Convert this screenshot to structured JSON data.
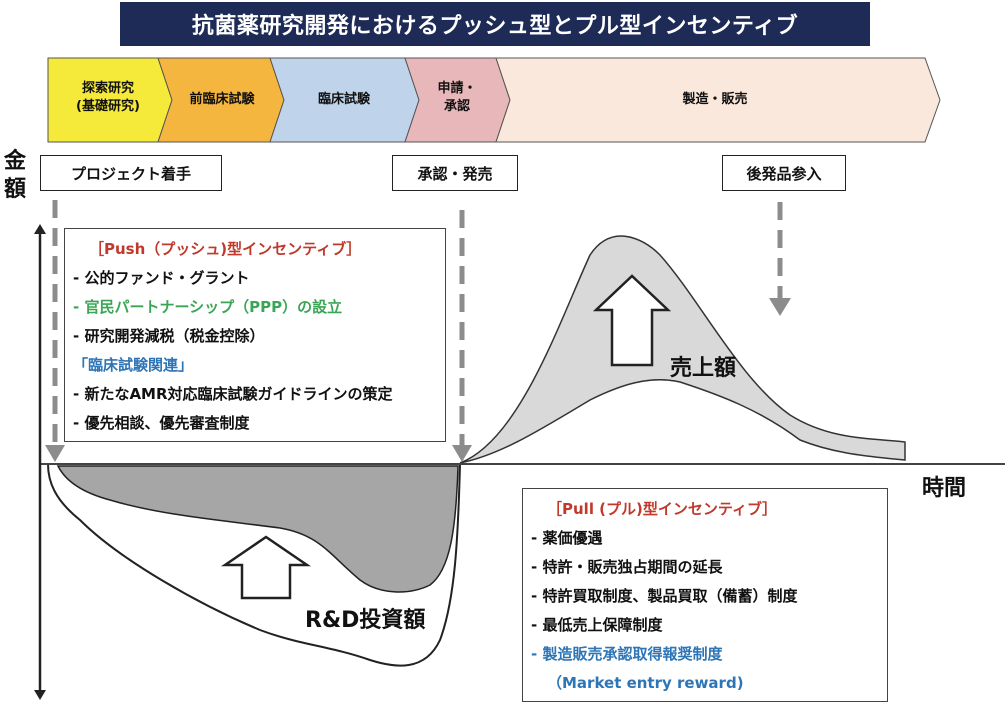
{
  "title": "抗菌薬研究開発におけるプッシュ型とプル型インセンティブ",
  "phases": [
    {
      "label": "探索研究\n(基礎研究)",
      "color": "#f5e93a"
    },
    {
      "label": "前臨床試験",
      "color": "#f4b63f"
    },
    {
      "label": "臨床試験",
      "color": "#bfd4ea"
    },
    {
      "label": "申請・\n承認",
      "color": "#e8b7ba"
    },
    {
      "label": "製造・販売",
      "color": "#fbe8dc"
    }
  ],
  "milestones": {
    "project_start": "プロジェクト着手",
    "approval_launch": "承認・発売",
    "generic_entry": "後発品参入"
  },
  "axes": {
    "y_label": "金\n額",
    "x_label": "時間"
  },
  "push_box": {
    "heading": "［Push（プッシュ)型インセンティブ］",
    "items": [
      "- 公的ファンド・グラント",
      "- 官民パートナーシップ（PPP）の設立",
      "- 研究開発減税（税金控除）"
    ],
    "sub_heading": "「臨床試験関連」",
    "sub_items": [
      "- 新たなAMR対応臨床試験ガイドラインの策定",
      "- 優先相談、優先審査制度"
    ]
  },
  "pull_box": {
    "heading": "［Pull (プル)型インセンティブ］",
    "items": [
      "- 薬価優遇",
      "- 特許・販売独占期間の延長",
      "- 特許買取制度、製品買取（備蓄）制度",
      "- 最低売上保障制度"
    ],
    "highlight_item": "- 製造販売承認取得報奨制度",
    "highlight_note": "（Market entry reward)"
  },
  "curves": {
    "sales_label": "売上額",
    "rd_label": "R&D投資額"
  },
  "colors": {
    "title_bg": "#1f2b57",
    "push_heading": "#c0392b",
    "ppp_green": "#3aa655",
    "clinical_blue": "#2e75b6",
    "sales_fill": "#d9d9d9",
    "rd_fill": "#a6a6a6",
    "dashed_arrow": "#8c8c8c"
  }
}
